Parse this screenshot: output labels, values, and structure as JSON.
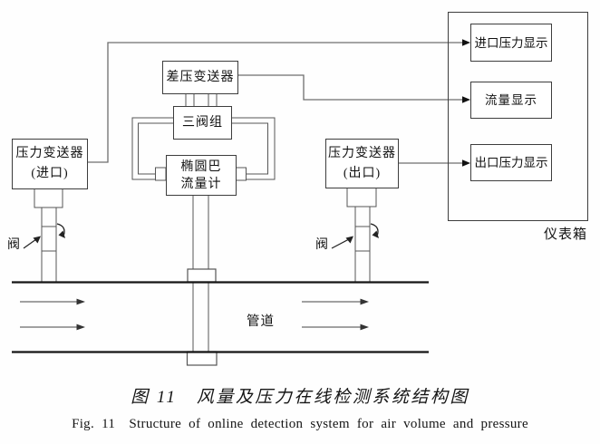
{
  "diagram": {
    "boxes": {
      "dp_transmitter": "差压变送器",
      "three_valve": "三阀组",
      "flowmeter_line1": "椭圆巴",
      "flowmeter_line2": "流量计",
      "inlet_transmitter_line1": "压力变送器",
      "inlet_transmitter_line2": "(进口)",
      "outlet_transmitter_line1": "压力变送器",
      "outlet_transmitter_line2": "(出口)"
    },
    "panel": {
      "displays": [
        "进口压力显示",
        "流量显示",
        "出口压力显示"
      ],
      "label": "仪表箱"
    },
    "labels": {
      "valve_left": "阀",
      "valve_right": "阀",
      "pipe": "管道"
    },
    "colors": {
      "line": "#555555",
      "wire": "#6e6e6e",
      "duct": "#151515",
      "text": "#111111",
      "background": "#fefefe"
    }
  },
  "caption": {
    "zh": "图 11　风量及压力在线检测系统结构图",
    "en": "Fig. 11　Structure of online detection system for air volume and pressure"
  }
}
